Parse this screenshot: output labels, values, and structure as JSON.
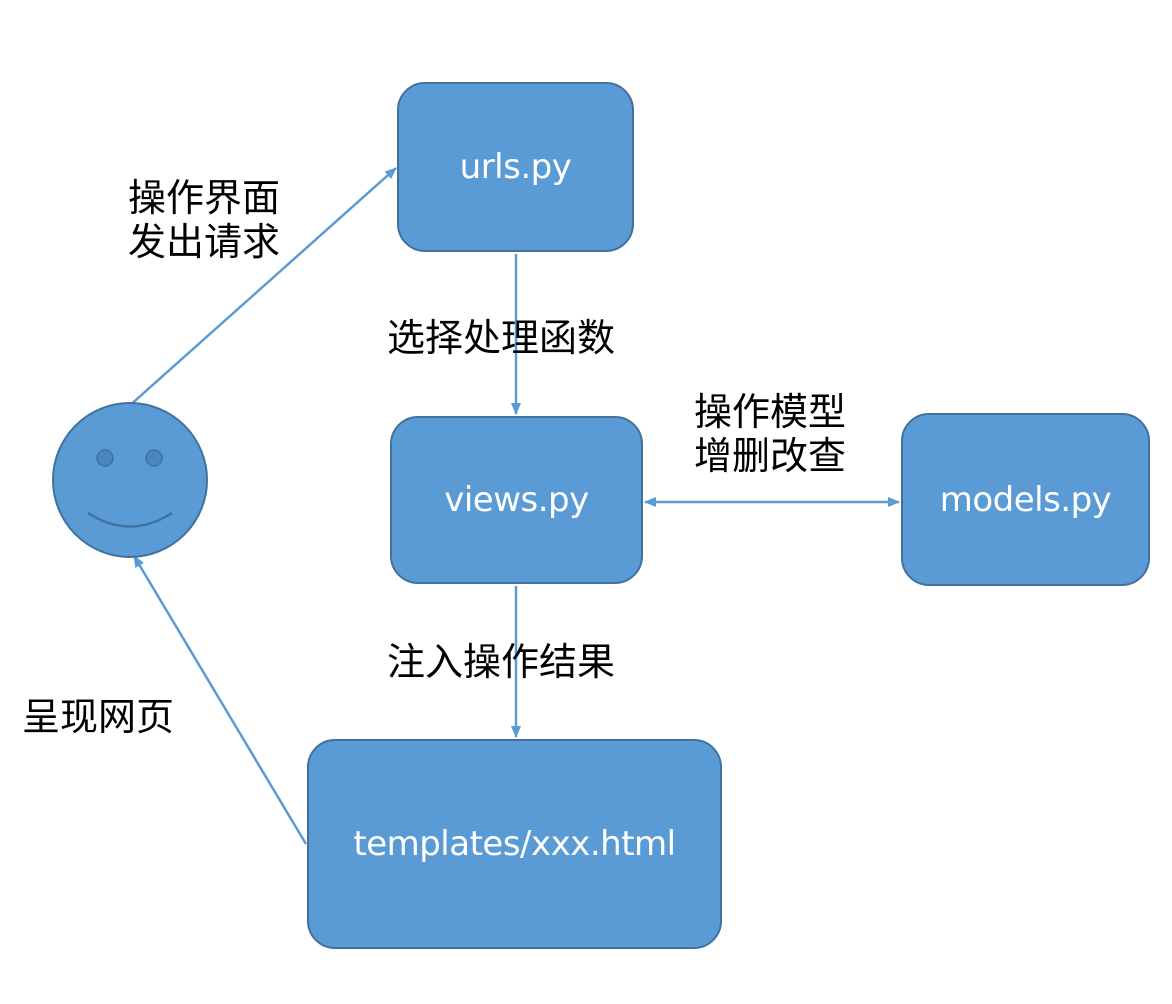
{
  "nodes": {
    "urls": "urls.py",
    "views": "views.py",
    "models": "models.py",
    "templates": "templates/xxx.html"
  },
  "edge_labels": {
    "request": [
      "操作界面",
      "发出请求"
    ],
    "select": "选择处理函数",
    "model_ops": [
      "操作模型",
      "增删改查"
    ],
    "inject": "注入操作结果",
    "render": "呈现网页"
  },
  "colors": {
    "node_fill": "#5b9bd5",
    "node_border": "#41719c",
    "edge": "#5b9bd5",
    "face_fill": "#5b9bd5",
    "face_border": "#41719c"
  },
  "icons": {
    "user": "smiley-face-icon"
  }
}
